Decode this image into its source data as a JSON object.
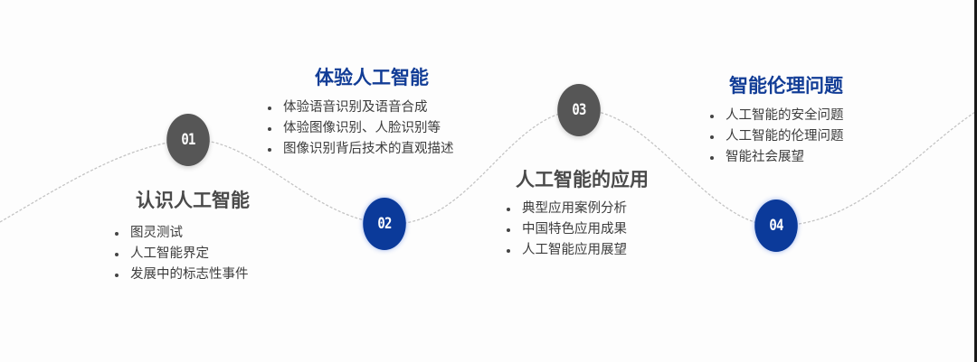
{
  "colors": {
    "gray_node": "#565656",
    "blue_node": "#0b3a9a",
    "blue_title": "#123d96",
    "gray_title": "#4a4a4a",
    "body_text": "#3c3c3c",
    "curve": "#c4c4c4"
  },
  "steps": [
    {
      "number": "01",
      "style": "gray",
      "title": "认识人工智能",
      "items": [
        "图灵测试",
        "人工智能界定",
        "发展中的标志性事件"
      ]
    },
    {
      "number": "02",
      "style": "blue",
      "title": "体验人工智能",
      "items": [
        "体验语音识别及语音合成",
        "体验图像识别、人脸识别等",
        "图像识别背后技术的直观描述"
      ]
    },
    {
      "number": "03",
      "style": "gray",
      "title": "人工智能的应用",
      "items": [
        "典型应用案例分析",
        "中国特色应用成果",
        "人工智能应用展望"
      ]
    },
    {
      "number": "04",
      "style": "blue",
      "title": "智能伦理问题",
      "items": [
        "人工智能的安全问题",
        "人工智能的伦理问题",
        "智能社会展望"
      ]
    }
  ]
}
